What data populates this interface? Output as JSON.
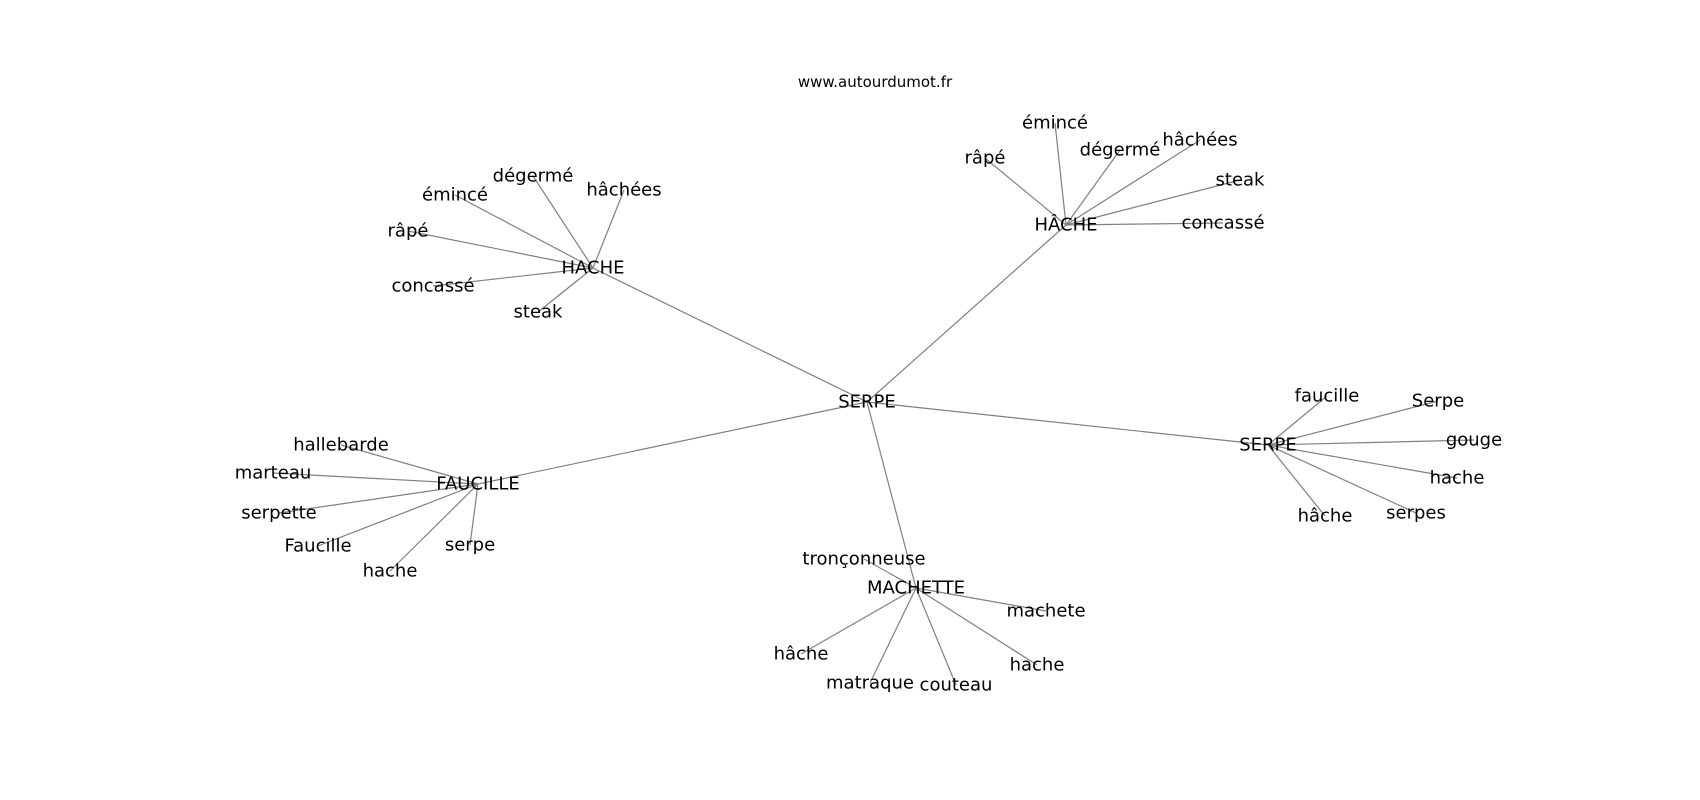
{
  "source": "www.autourdumot.fr",
  "colors": {
    "edge": "#808080",
    "text": "#000000",
    "background": "#ffffff"
  },
  "graph": {
    "root": "SERPE",
    "hubs": [
      {
        "id": "hache",
        "label": "HACHE",
        "children": [
          "dégermé",
          "hâchées",
          "émincé",
          "râpé",
          "concassé",
          "steak"
        ]
      },
      {
        "id": "hache-circumflex",
        "label": "HÂCHE",
        "children": [
          "émincé",
          "râpé",
          "dégermé",
          "hâchées",
          "steak",
          "concassé"
        ]
      },
      {
        "id": "serpe",
        "label": "SERPE",
        "children": [
          "faucille",
          "Serpe",
          "gouge",
          "hache",
          "serpes",
          "hâche"
        ]
      },
      {
        "id": "faucille",
        "label": "FAUCILLE",
        "children": [
          "hallebarde",
          "marteau",
          "serpette",
          "Faucille",
          "hache",
          "serpe"
        ]
      },
      {
        "id": "machette",
        "label": "MACHETTE",
        "children": [
          "tronçonneuse",
          "machete",
          "hâche",
          "hache",
          "matraque",
          "couteau"
        ]
      }
    ]
  }
}
